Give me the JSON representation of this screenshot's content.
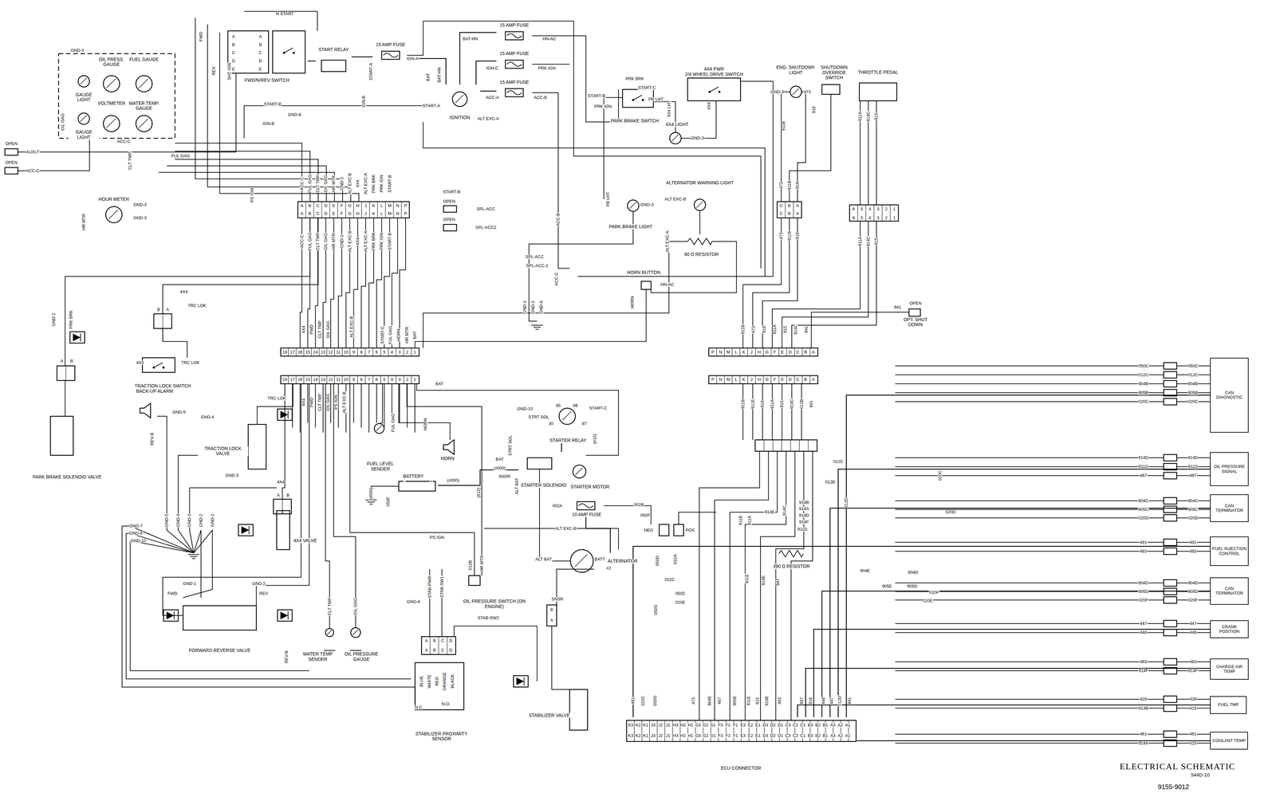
{
  "diagram": {
    "title": "ELECTRICAL SCHEMATIC",
    "nodes": [
      {
        "text": [
          "OIL PRESS. GAUGE"
        ]
      },
      {
        "text": [
          "FUEL GAUGE"
        ]
      },
      {
        "text": [
          "GAUGE LIGHT"
        ]
      },
      {
        "text": [
          "GAUGE LIGHT"
        ]
      },
      {
        "text": [
          "VOLTMETER"
        ]
      },
      {
        "text": [
          "WATER TEMP. GAUGE"
        ]
      },
      {
        "text": [
          "HOUR METER"
        ]
      },
      {
        "text": [
          "FWD/N/REV SWITCH"
        ]
      },
      {
        "text": [
          "START RELAY"
        ]
      },
      {
        "text": [
          "15 AMP FUSE"
        ]
      },
      {
        "text": [
          "IGNITION"
        ]
      },
      {
        "text": [
          "15 AMP FUSE"
        ]
      },
      {
        "text": [
          "15 AMP FUSE"
        ]
      },
      {
        "text": [
          "15 AMP FUSE"
        ]
      },
      {
        "text": [
          "PARK BRAKE SWITCH"
        ]
      },
      {
        "text": [
          "4X4 PWR",
          "2/4 WHEEL DRIVE SWITCH"
        ]
      },
      {
        "text": [
          "4X4 LIGHT"
        ]
      },
      {
        "text": [
          "PARK BRAKE LIGHT"
        ]
      },
      {
        "text": [
          "ALTERNATOR WARNING LIGHT"
        ]
      },
      {
        "text": [
          "60 Ω RESISTOR"
        ]
      },
      {
        "text": [
          "ENG. SHUTDOWN LIGHT"
        ]
      },
      {
        "text": [
          "SHUTDOWN OVERRIDE SWITCH"
        ]
      },
      {
        "text": [
          "THROTTLE PEDAL"
        ]
      },
      {
        "text": [
          "HORN BUTTON"
        ]
      },
      {
        "text": [
          "OPT. SHUT DOWN"
        ]
      },
      {
        "text": [
          "TRACTION LOCK SWITCH"
        ]
      },
      {
        "text": [
          "PARK BRAKE SOLENOID VALVE"
        ]
      },
      {
        "text": [
          "BACK-UP ALARM"
        ]
      },
      {
        "text": [
          "TRACTION LOCK VALVE"
        ]
      },
      {
        "text": [
          "4X4 VALVE"
        ]
      },
      {
        "text": [
          "FORWARD REVERSE VALVE"
        ]
      },
      {
        "text": [
          "FUEL LEVEL SENDER"
        ]
      },
      {
        "text": [
          "HORN"
        ]
      },
      {
        "text": [
          "BATTERY"
        ]
      },
      {
        "text": [
          "STARTER RELAY"
        ]
      },
      {
        "text": [
          "STARTER SOLENOID"
        ]
      },
      {
        "text": [
          "STARTER MOTOR"
        ]
      },
      {
        "text": [
          "10 AMP FUSE"
        ]
      },
      {
        "text": [
          "ALTERNATOR"
        ]
      },
      {
        "text": [
          "OIL PRESSURE SWITCH (ON ENGINE)"
        ]
      },
      {
        "text": [
          "WATER TEMP SENDER"
        ]
      },
      {
        "text": [
          "OIL PRESSURE GAUGE"
        ]
      },
      {
        "text": [
          "STABILIZER PROXIMITY SENSOR"
        ]
      },
      {
        "text": [
          "STABILIZER VALVE"
        ]
      },
      {
        "text": [
          "390 Ω RESISTOR"
        ]
      },
      {
        "text": [
          "ECU CONNECTOR"
        ]
      },
      {
        "text": [
          "CAN DIAGNOSTIC"
        ]
      },
      {
        "text": [
          "OIL PRESSURE SIGNAL"
        ]
      },
      {
        "text": [
          "CAN TERMINATOR"
        ]
      },
      {
        "text": [
          "FUEL INJECTION CONTROL"
        ]
      },
      {
        "text": [
          "CAN TERMINATOR"
        ]
      },
      {
        "text": [
          "CRANK POSITION"
        ]
      },
      {
        "text": [
          "CHARGE AIR TEMP"
        ]
      },
      {
        "text": [
          "FUEL TMP"
        ]
      },
      {
        "text": [
          "COOLANT TEMP"
        ]
      }
    ],
    "edges": [
      {
        "from": 45,
        "to": 46,
        "arrow": "none"
      },
      {
        "from": 45,
        "to": 47,
        "arrow": "none"
      },
      {
        "from": 45,
        "to": 48,
        "arrow": "none"
      },
      {
        "from": 45,
        "to": 49,
        "arrow": "none"
      },
      {
        "from": 45,
        "to": 50,
        "arrow": "none"
      },
      {
        "from": 45,
        "to": 51,
        "arrow": "none"
      },
      {
        "from": 45,
        "to": 52,
        "arrow": "none"
      },
      {
        "from": 45,
        "to": 53,
        "arrow": "none"
      },
      {
        "from": 45,
        "to": 54,
        "arrow": "none"
      },
      {
        "from": 33,
        "to": 35,
        "arrow": "none"
      },
      {
        "from": 34,
        "to": 35,
        "arrow": "none"
      },
      {
        "from": 35,
        "to": 36,
        "arrow": "none"
      },
      {
        "from": 10,
        "to": 9,
        "arrow": "none"
      },
      {
        "from": 10,
        "to": 11,
        "arrow": "none"
      },
      {
        "from": 10,
        "to": 12,
        "arrow": "none"
      },
      {
        "from": 10,
        "to": 13,
        "arrow": "none"
      },
      {
        "from": 8,
        "to": 7,
        "arrow": "none"
      },
      {
        "from": 9,
        "to": 8,
        "arrow": "none"
      },
      {
        "from": 37,
        "to": 38,
        "arrow": "none"
      }
    ],
    "labels": [
      "N START",
      "GND-3",
      "OIL GAG",
      "OPEN",
      "AUXLT",
      "OPEN",
      "ACC-C",
      "ACC-C",
      "CLT TMP",
      "FUL GAG",
      "HR MTR",
      "GND-3",
      "GND-3",
      "FWD",
      "REV",
      "SHT IGN",
      "START-B",
      "GND-6",
      "IGN-B",
      "IGN-B",
      "START-A",
      "IGN-A",
      "BAT-HN",
      "HN-AC",
      "IGN-C",
      "PRK IGN",
      "ACC-A",
      "ACC-B",
      "BAT",
      "BAT-HN",
      "START-A",
      "ALT EXC-A",
      "PRK BRK",
      "START-C",
      "START-B",
      "PRK IGN",
      "PB LHT",
      "4X4 LHT",
      "4X4",
      "GND-3",
      "PB LHT",
      "GND-3",
      "ALT EXC-B",
      "ALT EXC-A",
      "ACC-B",
      "START-B",
      "OPEN",
      "SPL-ACC",
      "OPEN",
      "SPL-ACC2",
      "SPL-ACC",
      "SPL-ACC-2",
      "ACC-C",
      "GND-3",
      "GND-2",
      "GND-6",
      "HN-AC",
      "HORN",
      "PS IGN",
      "GND-3",
      "473",
      "911B",
      "918",
      "941",
      "OPEN",
      "GND-2",
      "PRK BRK",
      "4X4",
      "TRC LOK",
      "B",
      "A",
      "4X4",
      "TRC LOK",
      "A",
      "B",
      "TRC LOK",
      "GND-4",
      "GND-5",
      "REV-B",
      "GND-3",
      "4X4",
      "A",
      "B",
      "GND-7",
      "GND-8",
      "GND-10",
      "GND-5",
      "GND-4",
      "GND-3",
      "GND-2",
      "GND-1",
      "GND-1",
      "GND-2",
      "FWD",
      "REV",
      "REV-B",
      "GND-8",
      "GND-10",
      "STRT SOL",
      "START-C",
      "FUL GAG",
      "HORN",
      "BAT",
      "START-C",
      "FUL GAG",
      "HORN",
      "HR MTR",
      "BAT",
      "STRT SOL",
      "BAT",
      "(#000)",
      "SNSR",
      "(#000)",
      "(#000)",
      "(#12)",
      "(#10)",
      "050F",
      "ALT BAT",
      "002A",
      "002B",
      "050F",
      "NEG",
      "POS",
      "ALT EXC-B",
      "PS IGN",
      "ALT BAT",
      "SNSR",
      "012B",
      "HR MTR",
      "STAB-PWR",
      "STAB-SW1",
      "STAB-SW2",
      "CLT TMP",
      "OIL GAG",
      "B",
      "A",
      "A",
      "B",
      "C",
      "D",
      "A",
      "B",
      "C",
      "D",
      "BLUE",
      "WHITE",
      "RED",
      "ORANGE",
      "BLACK",
      "N.C.",
      "N.O.",
      "-",
      "+",
      "85",
      "86",
      "30",
      "87",
      "BATT",
      "#2",
      "A",
      "B",
      "C",
      "D",
      "E",
      "A",
      "B",
      "C",
      "D",
      "E",
      "A",
      "B",
      "C",
      "D",
      "E",
      "F",
      "G",
      "H",
      "J",
      "K",
      "L",
      "M",
      "N",
      "P",
      "A",
      "B",
      "C",
      "D",
      "E",
      "F",
      "G",
      "H",
      "J",
      "K",
      "L",
      "M",
      "N",
      "P",
      "ACC-C",
      "FUL GAG",
      "CLT TMP",
      "OIL GAG",
      "HR MTR",
      "GND-3",
      "ALT EXC-B",
      "4X4",
      "ALT EXC-A",
      "PRK BRK",
      "PRK IGN",
      "START-B",
      "ACC-C",
      "FUL GAG",
      "CLT TMP",
      "OIL GAG",
      "HR MTR",
      "GND-3",
      "ALT EXC-B",
      "4X4",
      "ALT EXC-A",
      "PRK BRK",
      "PRK IGN",
      "START-B",
      "18",
      "17",
      "16",
      "15",
      "14",
      "13",
      "12",
      "11",
      "10",
      "9",
      "8",
      "7",
      "6",
      "5",
      "4",
      "3",
      "2",
      "1",
      "18",
      "17",
      "16",
      "15",
      "14",
      "13",
      "12",
      "11",
      "10",
      "9",
      "8",
      "7",
      "6",
      "5",
      "4",
      "3",
      "2",
      "1",
      "4X4",
      "FWD",
      "CLT TMP",
      "OIL GAG",
      "ALT EXC-B",
      "4X4",
      "FWD",
      "CLT TMP",
      "OIL GAG",
      "PS IGN",
      "ALT EXC-B",
      "P",
      "N",
      "M",
      "L",
      "K",
      "J",
      "H",
      "G",
      "F",
      "E",
      "D",
      "C",
      "B",
      "A",
      "P",
      "N",
      "M",
      "L",
      "K",
      "J",
      "H",
      "G",
      "F",
      "E",
      "D",
      "C",
      "B",
      "A",
      "911B",
      "473",
      "918",
      "911A",
      "915",
      "914C",
      "941",
      "911B",
      "911E",
      "918",
      "911A",
      "915",
      "914C",
      "012B",
      "941",
      "911A",
      "914C",
      "915",
      "6",
      "5",
      "4",
      "3",
      "2",
      "1",
      "6",
      "5",
      "4",
      "3",
      "2",
      "1",
      "911A",
      "914C",
      "915",
      "473",
      "911B",
      "918",
      "C",
      "B",
      "A",
      "C",
      "B",
      "A",
      "473",
      "911B",
      "918",
      "012C",
      "012B",
      "012D",
      "914B",
      "914A",
      "914D",
      "914F",
      "914E",
      "914C",
      "911D",
      "911B",
      "911A",
      "911E",
      "914E",
      "947",
      "022A",
      "050D",
      "050G",
      "022C",
      "050C",
      "020E",
      "904E",
      "905E",
      "904D",
      "905D",
      "020F",
      "020E",
      "020C",
      "020D",
      "491",
      "022C",
      "050G",
      "473",
      "904E",
      "467",
      "905E",
      "911E",
      "915",
      "914E",
      "463",
      "947",
      "918",
      "448",
      "447",
      "012D",
      "941",
      "K3",
      "K2",
      "K1",
      "J3",
      "J2",
      "J1",
      "H3",
      "H2",
      "H1",
      "G3",
      "G2",
      "G1",
      "F3",
      "F2",
      "F1",
      "E3",
      "E2",
      "E1",
      "D3",
      "D2",
      "D1",
      "C3",
      "C2",
      "C1",
      "B3",
      "B2",
      "B1",
      "A3",
      "A2",
      "A1",
      "K3",
      "K2",
      "K1",
      "J3",
      "J2",
      "J1",
      "H3",
      "H2",
      "H1",
      "G3",
      "G2",
      "G1",
      "F3",
      "F2",
      "F1",
      "E3",
      "E2",
      "E1",
      "D3",
      "D2",
      "D1",
      "C3",
      "C2",
      "C1",
      "B3",
      "B2",
      "B1",
      "A3",
      "A2",
      "A1",
      "050C",
      "012C",
      "904B",
      "905B",
      "020C",
      "050C",
      "012C",
      "904B",
      "905B",
      "020C",
      "914D",
      "911D",
      "467",
      "914D",
      "911D",
      "467",
      "904C",
      "905C",
      "020D",
      "904C",
      "905C",
      "020D",
      "491",
      "493",
      "491",
      "493",
      "904D",
      "905D",
      "020F",
      "904D",
      "905D",
      "020F",
      "447",
      "448",
      "447",
      "448",
      "463",
      "914F",
      "463",
      "914F",
      "428",
      "914B",
      "428",
      "415",
      "461",
      "914A",
      "461",
      "415",
      "544D-10",
      "9155-9012"
    ]
  }
}
